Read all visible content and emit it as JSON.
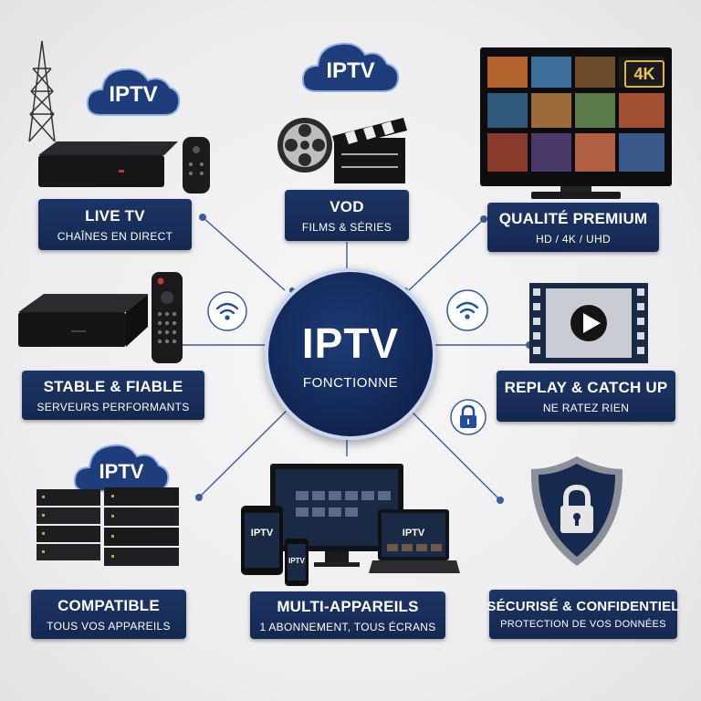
{
  "center": {
    "title": "IPTV",
    "subtitle": "FONCTIONNE"
  },
  "features": {
    "live_tv": {
      "title": "LIVE TV",
      "subtitle": "CHAÎNES EN DIRECT"
    },
    "vod": {
      "title": "VOD",
      "subtitle": "FILMS & SÉRIES"
    },
    "quality": {
      "title": "QUALITÉ PREMIUM",
      "subtitle": "HD / 4K / UHD"
    },
    "stable": {
      "title": "STABLE & FIABLE",
      "subtitle": "SERVEURS PERFORMANTS"
    },
    "replay": {
      "title": "REPLAY & CATCH UP",
      "subtitle": "NE RATEZ RIEN"
    },
    "compatible": {
      "title": "COMPATIBLE",
      "subtitle": "TOUS VOS APPAREILS"
    },
    "multi": {
      "title": "MULTI-APPAREILS",
      "subtitle": "1 ABONNEMENT, TOUS ÉCRANS"
    },
    "secure": {
      "title": "SÉCURISÉ & CONFIDENTIEL",
      "subtitle": "PROTECTION DE VOS DONNÉES"
    }
  },
  "clouds": {
    "live_tv": "IPTV",
    "vod": "IPTV",
    "compatible": "IPTV"
  },
  "tv_badge": "4K",
  "device_labels": {
    "tablet": "IPTV",
    "laptop": "IPTV",
    "phone": "IPTV"
  },
  "colors": {
    "navy": "#142850",
    "accent": "#2b5aa8",
    "background": "#eeeef0"
  }
}
